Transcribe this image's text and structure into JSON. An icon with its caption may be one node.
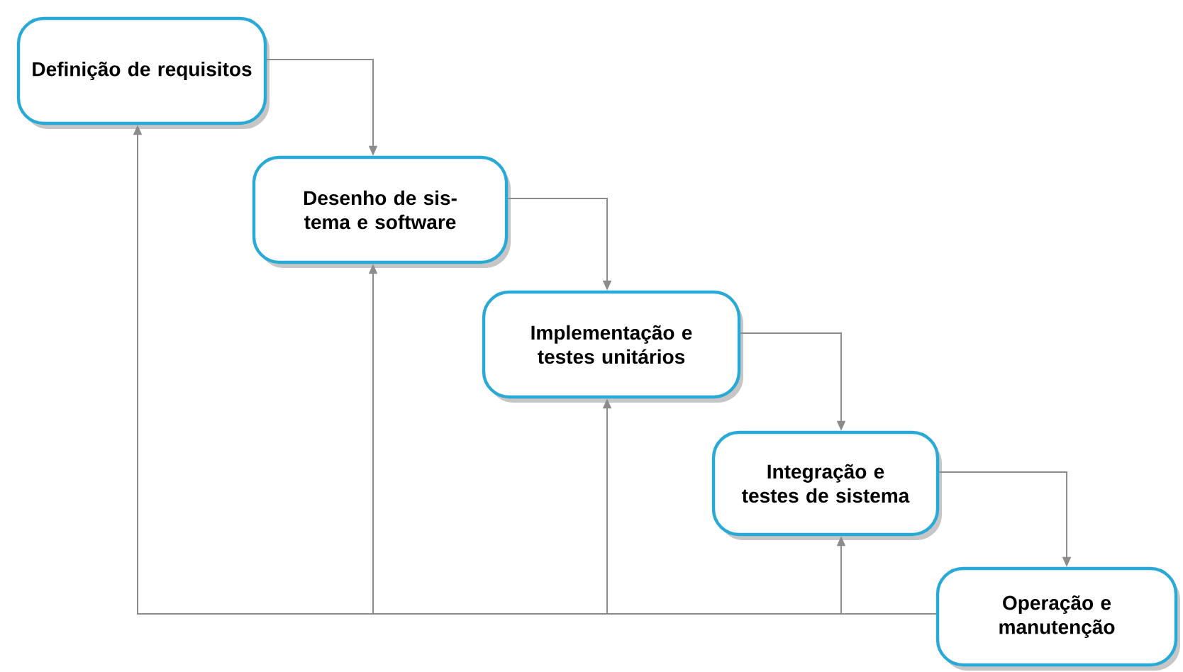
{
  "diagram": {
    "nodes": [
      {
        "text": [
          "Definição de requisitos"
        ]
      },
      {
        "text": [
          "Desenho de sis- tema e software"
        ]
      },
      {
        "text": [
          "Implementação e testes unitários"
        ]
      },
      {
        "text": [
          "Integração e testes de sistema"
        ]
      },
      {
        "text": [
          "Operação e manutenção"
        ]
      }
    ],
    "edges": [
      {
        "from": 0,
        "to": 1,
        "arrow": "to"
      },
      {
        "from": 1,
        "to": 2,
        "arrow": "to"
      },
      {
        "from": 2,
        "to": 3,
        "arrow": "to"
      },
      {
        "from": 3,
        "to": 4,
        "arrow": "to"
      },
      {
        "from": 4,
        "to": 0,
        "arrow": "to"
      },
      {
        "from": 4,
        "to": 1,
        "arrow": "to"
      },
      {
        "from": 4,
        "to": 2,
        "arrow": "to"
      },
      {
        "from": 4,
        "to": 3,
        "arrow": "to"
      }
    ]
  }
}
